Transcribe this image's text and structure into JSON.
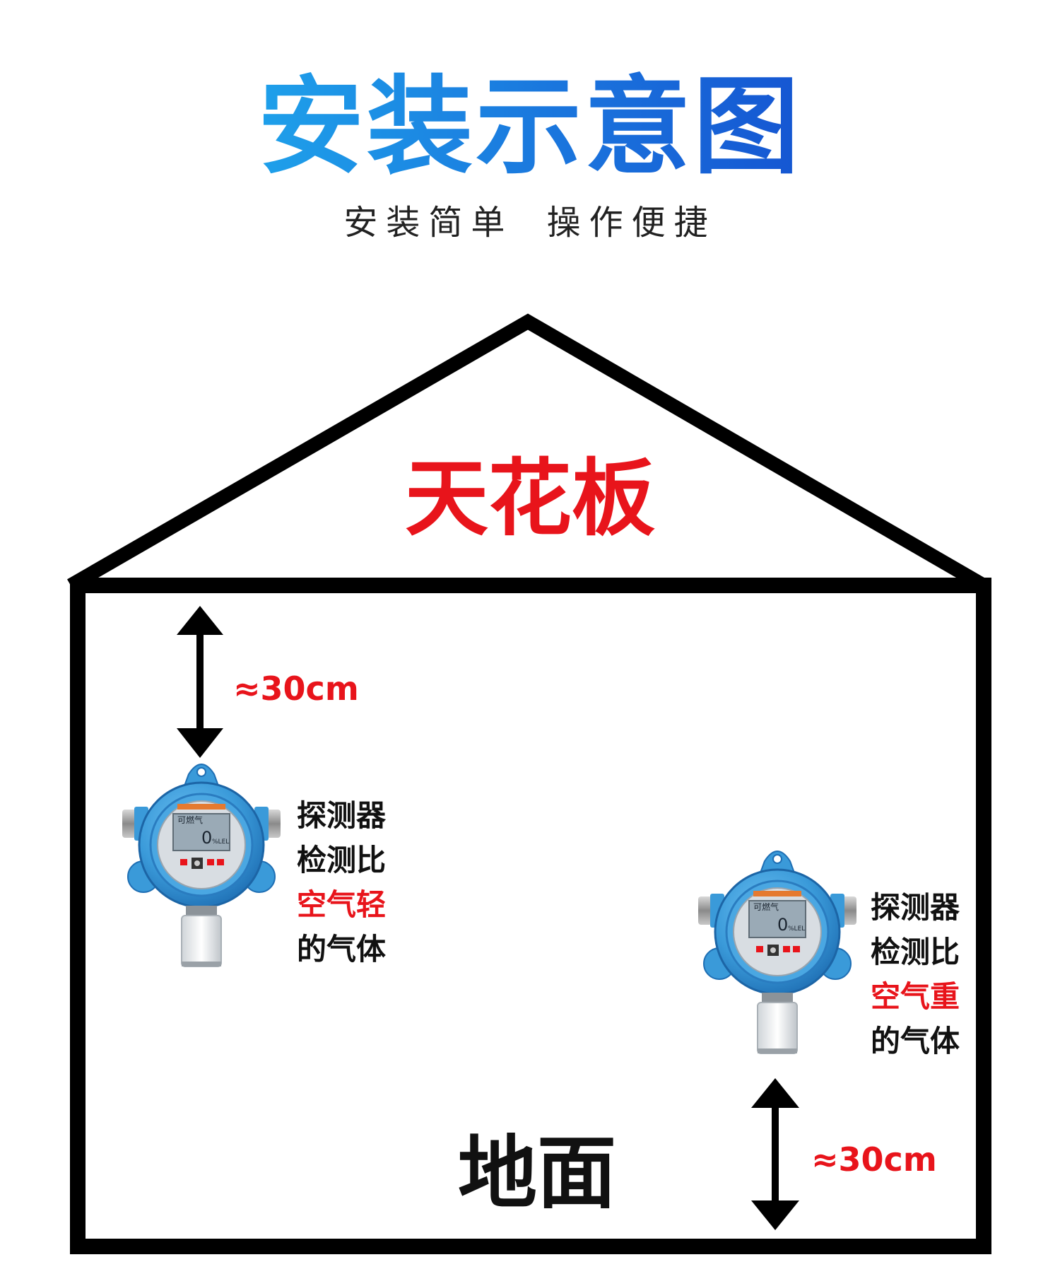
{
  "header": {
    "title": "安装示意图",
    "subtitle_part1": "安装简单",
    "subtitle_part2": "操作便捷"
  },
  "diagram": {
    "ceiling_label": "天花板",
    "floor_label": "地面",
    "top_distance": "≈30cm",
    "bottom_distance": "≈30cm",
    "detector_light": {
      "line1": "探测器",
      "line2": "检测比",
      "line3": "空气轻",
      "line4": "的气体",
      "screen_title": "可燃气",
      "screen_value": "0",
      "screen_unit": "%LEL"
    },
    "detector_heavy": {
      "line1": "探测器",
      "line2": "检测比",
      "line3": "空气重",
      "line4": "的气体",
      "screen_title": "可燃气",
      "screen_value": "0",
      "screen_unit": "%LEL"
    }
  },
  "colors": {
    "title_blue_start": "#1ea0ea",
    "title_blue_end": "#1556d2",
    "accent_red": "#e8141b",
    "outline_black": "#000000",
    "device_blue": "#3a9ad9"
  }
}
